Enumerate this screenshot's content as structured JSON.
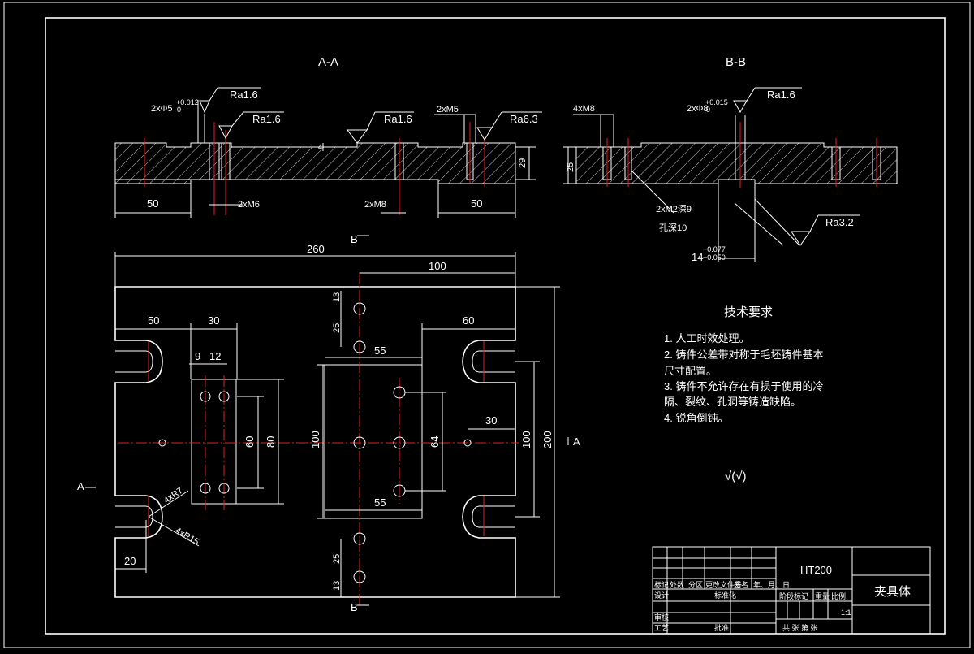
{
  "section_titles": {
    "aa": "A-A",
    "bb": "B-B"
  },
  "section_aa": {
    "hole1": "2xΦ5",
    "hole1_tol": "+0.012",
    "hole1_tol_low": "0",
    "ra1": "Ra1.6",
    "ra2": "Ra1.6",
    "ra3": "Ra1.6",
    "m5": "2xM5",
    "ra4": "Ra6.3",
    "flat": "4",
    "height": "29",
    "dim_50_left": "50",
    "m6": "2xM6",
    "m8": "2xM8",
    "dim_50_right": "50"
  },
  "section_bb": {
    "m8": "4xM8",
    "hole": "2xΦ8",
    "hole_tol": "+0.015",
    "hole_tol_low": "0",
    "ra1": "Ra1.6",
    "height": "25",
    "m2": "2xM2深9",
    "depth": "孔深10",
    "ra2": "Ra3.2",
    "width": "14",
    "width_tol_up": "+0.077",
    "width_tol_low": "+0.050"
  },
  "plan": {
    "b_top": "B",
    "b_bottom": "B",
    "a_left": "A",
    "a_right": "A",
    "d260": "260",
    "d100_top": "100",
    "d50": "50",
    "d30": "30",
    "d60": "60",
    "d13_top": "13",
    "d25_top": "25",
    "d55_top": "55",
    "d9": "9",
    "d12": "12",
    "d60_v": "60",
    "d80": "80",
    "d100_l": "100",
    "d64": "64",
    "d30_r": "30",
    "d100_r": "100",
    "d200": "200",
    "d55_bot": "55",
    "r7": "4xR7",
    "r15": "4xR15",
    "d20": "20",
    "d25_bot": "25",
    "d13_bot": "13"
  },
  "tech_requirements": {
    "title": "技术要求",
    "items": [
      "1. 人工时效处理。",
      "2. 铸件公差带对称于毛坯铸件基本",
      "尺寸配置。",
      "3. 铸件不允许存在有损于使用的冷",
      "隔、裂纹、孔洞等铸造缺陷。",
      "4. 锐角倒钝。"
    ],
    "roughness_symbol": "√(√)"
  },
  "title_block": {
    "material": "HT200",
    "part_name": "夹具体",
    "scale": "1:1",
    "row_labels": [
      "标记",
      "处数",
      "分区",
      "更改文件号",
      "签名",
      "年、月、日"
    ],
    "design": "设计",
    "standardization": "标准化",
    "review": "审核",
    "process": "工艺",
    "approve": "批准",
    "stage": "阶段标记",
    "weight": "重量",
    "ratio": "比例",
    "sheets": "共  张  第  张"
  }
}
